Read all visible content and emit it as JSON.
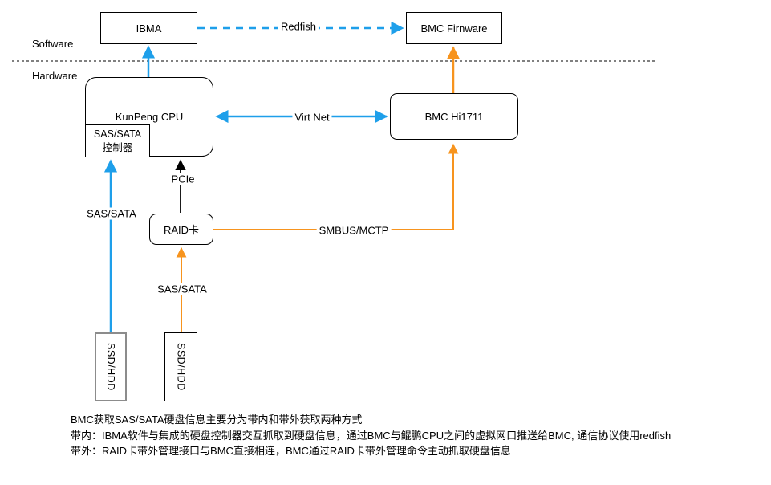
{
  "colors": {
    "blue": "#1E9FEA",
    "orange": "#F7941E",
    "black": "#000000"
  },
  "layers": {
    "software": "Software",
    "hardware": "Hardware"
  },
  "nodes": {
    "ibma": "IBMA",
    "bmc_firmware": "BMC Firnware",
    "kunpeng_cpu": "KunPeng CPU",
    "sas_controller": {
      "line1": "SAS/SATA",
      "line2": "控制器"
    },
    "bmc_hi1711": "BMC Hi1711",
    "raid_card": "RAID卡",
    "ssd_hdd_left": "SSD/HDD",
    "ssd_hdd_right": "SSD/HDD"
  },
  "edges": {
    "redfish": "Redfish",
    "virt_net": "Virt Net",
    "pcie": "PCIe",
    "smbus_mctp": "SMBUS/MCTP",
    "sas_sata_inband": "SAS/SATA",
    "sas_sata_raid": "SAS/SATA"
  },
  "notes": {
    "line1": "BMC获取SAS/SATA硬盘信息主要分为带内和带外获取两种方式",
    "line2": "带内：IBMA软件与集成的硬盘控制器交互抓取到硬盘信息，通过BMC与鲲鹏CPU之间的虚拟网口推送给BMC, 通信协议使用redfish",
    "line3": "带外：RAID卡带外管理接口与BMC直接相连，BMC通过RAID卡带外管理命令主动抓取硬盘信息"
  }
}
